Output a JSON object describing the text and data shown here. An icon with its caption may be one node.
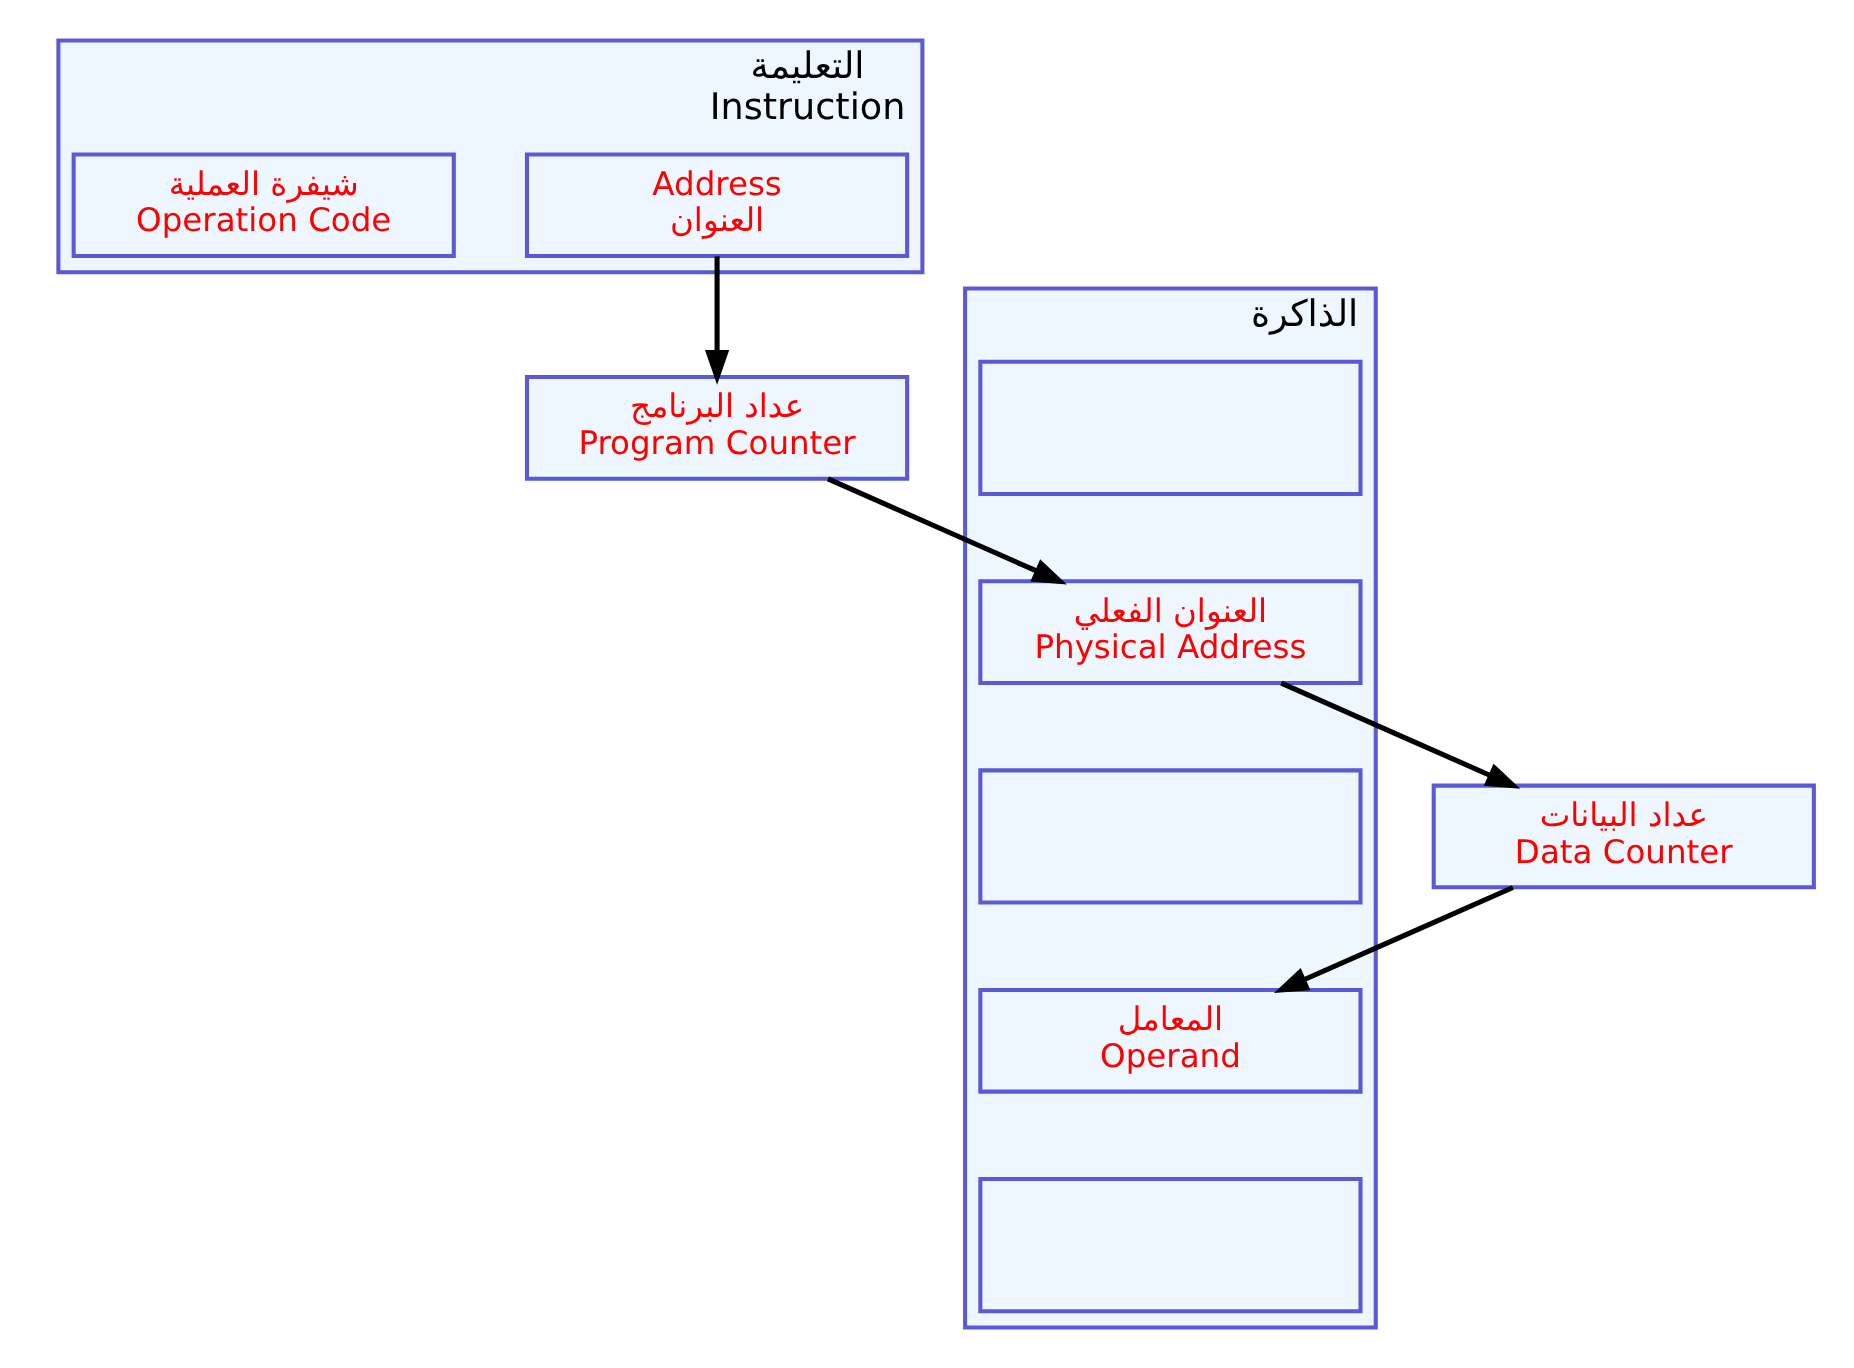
{
  "diagram": {
    "nodes": [
      {
        "text": [
          "التعليمة",
          "Instruction"
        ]
      },
      {
        "text": [
          "شيفرة العملية",
          "Operation Code"
        ],
        "in": 0
      },
      {
        "text": [
          "Address",
          "العنوان"
        ],
        "in": 0
      },
      {
        "text": [
          "عداد البرنامج",
          "Program Counter"
        ]
      },
      {
        "text": [
          "عداد البيانات",
          "Data Counter"
        ]
      },
      {
        "text": [
          "الذاكرة"
        ]
      },
      {
        "text": [],
        "shape": "box",
        "in": 5
      },
      {
        "text": [
          "العنوان الفعلي",
          "Physical Address"
        ],
        "in": 5
      },
      {
        "text": [],
        "shape": "box",
        "in": 5
      },
      {
        "text": [
          "المعامل",
          "Operand"
        ],
        "in": 5
      },
      {
        "text": [],
        "shape": "box",
        "in": 5
      }
    ],
    "edges": [
      {
        "from": 2,
        "to": 3,
        "arrow": "to"
      },
      {
        "from": 7,
        "to": 4,
        "arrow": "to"
      },
      {
        "from": 3,
        "to": 7,
        "arrow": "to"
      },
      {
        "from": 4,
        "to": 9,
        "arrow": "to"
      }
    ]
  }
}
